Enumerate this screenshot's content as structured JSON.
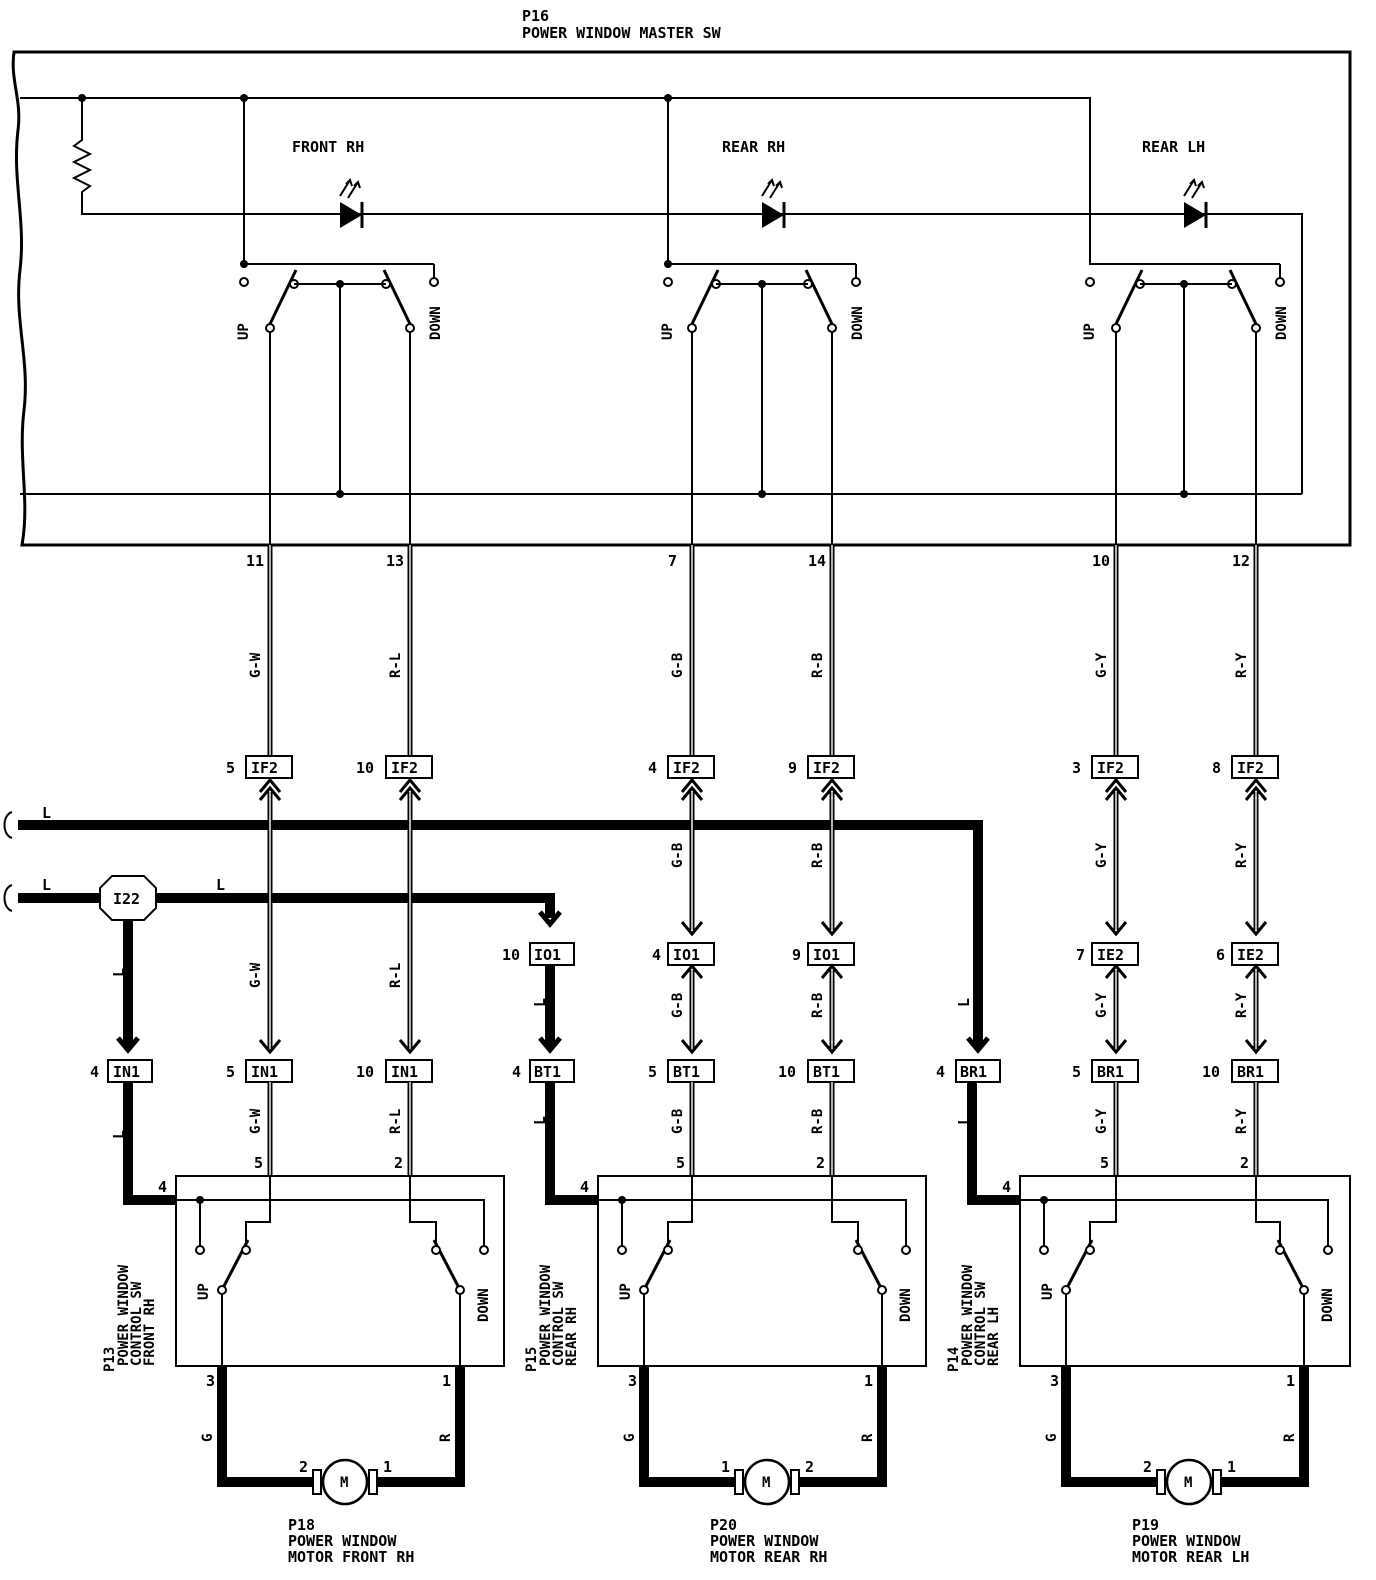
{
  "master": {
    "id": "P16",
    "name": "POWER WINDOW MASTER SW"
  },
  "channels": [
    {
      "key": "frh",
      "label": "FRONT RH",
      "up": "UP",
      "down": "DOWN",
      "pins": [
        "11",
        "13"
      ],
      "wires": [
        "G-W",
        "R-L"
      ],
      "if_pins": [
        "5",
        "10"
      ],
      "if_conn": "IF2",
      "mid": null,
      "low_pins": [
        "5",
        "10"
      ],
      "low_conn": "IN1",
      "low_wires": [
        "G-W",
        "R-L"
      ],
      "sw_pins": [
        "5",
        "2"
      ]
    },
    {
      "key": "rrh",
      "label": "REAR RH",
      "up": "UP",
      "down": "DOWN",
      "pins": [
        "7",
        "14"
      ],
      "wires": [
        "G-B",
        "R-B"
      ],
      "if_pins": [
        "4",
        "9"
      ],
      "if_conn": "IF2",
      "mid": {
        "pins": [
          "4",
          "9"
        ],
        "conn": "IO1",
        "wires": [
          "G-B",
          "R-B"
        ]
      },
      "low_pins": [
        "5",
        "10"
      ],
      "low_conn": "BT1",
      "low_wires": [
        "G-B",
        "R-B"
      ],
      "sw_pins": [
        "5",
        "2"
      ]
    },
    {
      "key": "rlh",
      "label": "REAR LH",
      "up": "UP",
      "down": "DOWN",
      "pins": [
        "10",
        "12"
      ],
      "wires": [
        "G-Y",
        "R-Y"
      ],
      "if_pins": [
        "3",
        "8"
      ],
      "if_conn": "IF2",
      "mid": {
        "pins": [
          "7",
          "6"
        ],
        "conn": "IE2",
        "wires": [
          "G-Y",
          "R-Y"
        ]
      },
      "low_pins": [
        "5",
        "10"
      ],
      "low_conn": "BR1",
      "low_wires": [
        "G-Y",
        "R-Y"
      ],
      "sw_pins": [
        "5",
        "2"
      ]
    }
  ],
  "feeds": {
    "upper": {
      "label": "L"
    },
    "lower": {
      "label": "L",
      "label2": "L",
      "splice": "I22"
    },
    "frh_feed": {
      "pin": "4",
      "conn": "IN1",
      "wire": "L",
      "wire2": "L",
      "sw_pin": "4",
      "vert": "L"
    },
    "rrh_feed": {
      "top_pin": "10",
      "top_conn": "IO1",
      "pin": "4",
      "conn": "BT1",
      "wire": "L",
      "wire2": "L",
      "sw_pin": "4"
    },
    "rlh_feed": {
      "pin": "4",
      "conn": "BR1",
      "wire": "L",
      "wire2": "L",
      "sw_pin": "4"
    }
  },
  "switches": [
    {
      "id": "P13",
      "name": [
        "POWER WINDOW",
        "CONTROL SW",
        "FRONT RH"
      ],
      "up": "UP",
      "down": "DOWN"
    },
    {
      "id": "P15",
      "name": [
        "POWER WINDOW",
        "CONTROL SW",
        "REAR RH"
      ],
      "up": "UP",
      "down": "DOWN"
    },
    {
      "id": "P14",
      "name": [
        "POWER WINDOW",
        "CONTROL SW",
        "REAR LH"
      ],
      "up": "UP",
      "down": "DOWN"
    }
  ],
  "motors": [
    {
      "id": "P18",
      "name": [
        "POWER WINDOW",
        "MOTOR FRONT RH"
      ],
      "symbol": "M",
      "left_pin": "3",
      "right_pin": "1",
      "left_wire": "G",
      "right_wire": "R",
      "motor_pins": [
        "2",
        "1"
      ]
    },
    {
      "id": "P20",
      "name": [
        "POWER WINDOW",
        "MOTOR REAR RH"
      ],
      "symbol": "M",
      "left_pin": "3",
      "right_pin": "1",
      "left_wire": "G",
      "right_wire": "R",
      "motor_pins": [
        "1",
        "2"
      ]
    },
    {
      "id": "P19",
      "name": [
        "POWER WINDOW",
        "MOTOR REAR LH"
      ],
      "symbol": "M",
      "left_pin": "3",
      "right_pin": "1",
      "left_wire": "G",
      "right_wire": "R",
      "motor_pins": [
        "2",
        "1"
      ]
    }
  ]
}
